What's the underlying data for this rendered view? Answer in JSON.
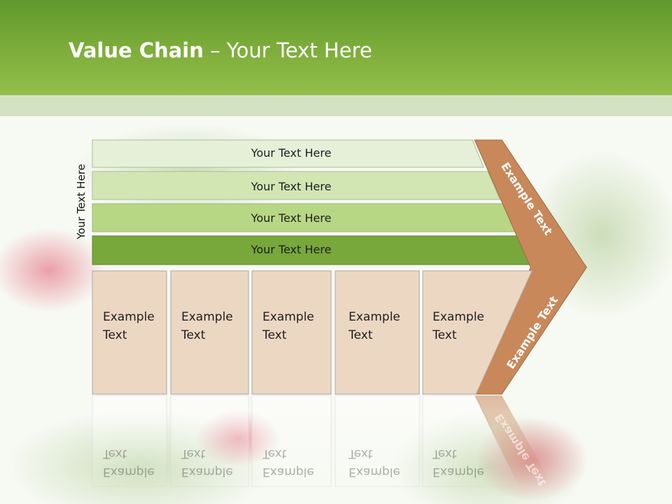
{
  "title": {
    "bold": "Value Chain",
    "rest": " – Your Text Here"
  },
  "side_label": "Your Text Here",
  "rows": [
    {
      "label": "Your Text Here",
      "color": "#e6f0d8"
    },
    {
      "label": "Your Text Here",
      "color": "#d2e6b4"
    },
    {
      "label": "Your Text Here",
      "color": "#b8d784"
    },
    {
      "label": "Your Text Here",
      "color": "#78a73b"
    }
  ],
  "chevron": {
    "top_label": "Example Text",
    "bottom_label": "Example Text",
    "color": "#c8885a"
  },
  "boxes": [
    {
      "line1": "Example",
      "line2": "Text"
    },
    {
      "line1": "Example",
      "line2": "Text"
    },
    {
      "line1": "Example",
      "line2": "Text"
    },
    {
      "line1": "Example",
      "line2": "Text"
    },
    {
      "line1": "Example",
      "line2": "Text"
    }
  ],
  "colors": {
    "header": "#7aab3a",
    "box": "#ecd7c3",
    "box_border": "#a8a8a8"
  }
}
